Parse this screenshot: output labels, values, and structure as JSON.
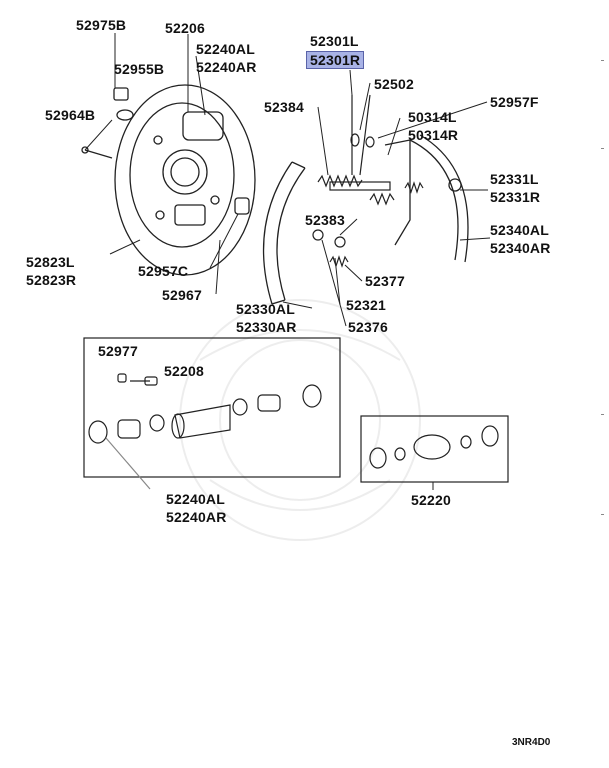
{
  "labels": {
    "p52975B": "52975B",
    "p52206": "52206",
    "p52240AL_top": "52240AL",
    "p52240AR_top": "52240AR",
    "p52955B": "52955B",
    "p52964B": "52964B",
    "p52823L": "52823L",
    "p52823R": "52823R",
    "p52957C": "52957C",
    "p52967": "52967",
    "p52330AL": "52330AL",
    "p52330AR": "52330AR",
    "p52301L": "52301L",
    "p52301R": "52301R",
    "p52502": "52502",
    "p52957F": "52957F",
    "p52384": "52384",
    "p50314L": "50314L",
    "p50314R": "50314R",
    "p52331L": "52331L",
    "p52331R": "52331R",
    "p52383": "52383",
    "p52340AL": "52340AL",
    "p52340AR": "52340AR",
    "p52377": "52377",
    "p52321": "52321",
    "p52376": "52376",
    "p52977": "52977",
    "p52208": "52208",
    "p52240AL_bot": "52240AL",
    "p52240AR_bot": "52240AR",
    "p52220": "52220"
  },
  "highlight_color": "#a9b3e6",
  "diagram_code": "3NR4D0"
}
